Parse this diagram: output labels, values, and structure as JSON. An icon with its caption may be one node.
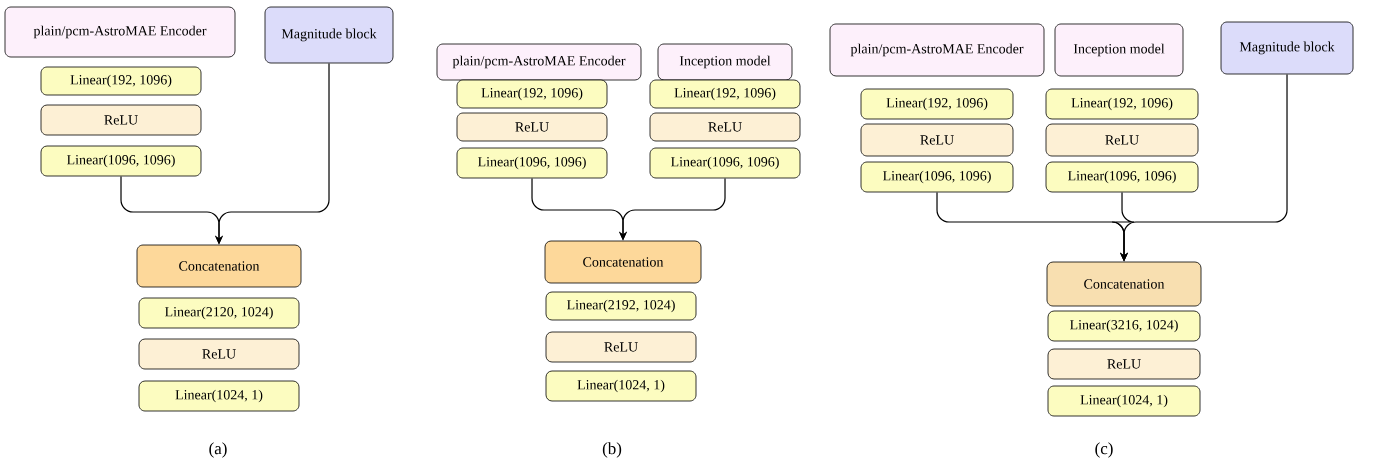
{
  "diagram": {
    "nodes": [
      {
        "text": [
          "plain/pcm-AstroMAE Encoder"
        ]
      },
      {
        "text": [
          "Magnitude block"
        ]
      },
      {
        "text": [
          "Linear(192, 1096)"
        ]
      },
      {
        "text": [
          "ReLU"
        ]
      },
      {
        "text": [
          "Linear(1096, 1096)"
        ]
      },
      {
        "text": [
          "Concatenation"
        ]
      },
      {
        "text": [
          "Linear(2120, 1024)"
        ]
      },
      {
        "text": [
          "ReLU"
        ]
      },
      {
        "text": [
          "Linear(1024, 1)"
        ]
      },
      {
        "text": [
          "plain/pcm-AstroMAE Encoder"
        ]
      },
      {
        "text": [
          "Inception model"
        ]
      },
      {
        "text": [
          "Linear(192, 1096)"
        ]
      },
      {
        "text": [
          "ReLU"
        ]
      },
      {
        "text": [
          "Linear(1096, 1096)"
        ]
      },
      {
        "text": [
          "Linear(192, 1096)"
        ]
      },
      {
        "text": [
          "ReLU"
        ]
      },
      {
        "text": [
          "Linear(1096, 1096)"
        ]
      },
      {
        "text": [
          "Concatenation"
        ]
      },
      {
        "text": [
          "Linear(2192, 1024)"
        ]
      },
      {
        "text": [
          "ReLU"
        ]
      },
      {
        "text": [
          "Linear(1024, 1)"
        ]
      },
      {
        "text": [
          "plain/pcm-AstroMAE Encoder"
        ]
      },
      {
        "text": [
          "Inception model"
        ]
      },
      {
        "text": [
          "Magnitude block"
        ]
      },
      {
        "text": [
          "Linear(192, 1096)"
        ]
      },
      {
        "text": [
          "ReLU"
        ]
      },
      {
        "text": [
          "Linear(1096, 1096)"
        ]
      },
      {
        "text": [
          "Linear(192, 1096)"
        ]
      },
      {
        "text": [
          "ReLU"
        ]
      },
      {
        "text": [
          "Linear(1096, 1096)"
        ]
      },
      {
        "text": [
          "Concatenation"
        ]
      },
      {
        "text": [
          "Linear(3216, 1024)"
        ]
      },
      {
        "text": [
          "ReLU"
        ]
      },
      {
        "text": [
          "Linear(1024, 1)"
        ]
      }
    ],
    "edges": [
      {
        "from": 4,
        "to": 5,
        "arrow": "to"
      },
      {
        "from": 1,
        "to": 5,
        "arrow": "to"
      },
      {
        "from": 13,
        "to": 17,
        "arrow": "to"
      },
      {
        "from": 16,
        "to": 17,
        "arrow": "to"
      },
      {
        "from": 26,
        "to": 30,
        "arrow": "to"
      },
      {
        "from": 29,
        "to": 30,
        "arrow": "to"
      },
      {
        "from": 23,
        "to": 30,
        "arrow": "to"
      }
    ],
    "labels": [
      "(a)",
      "(b)",
      "(c)"
    ]
  }
}
